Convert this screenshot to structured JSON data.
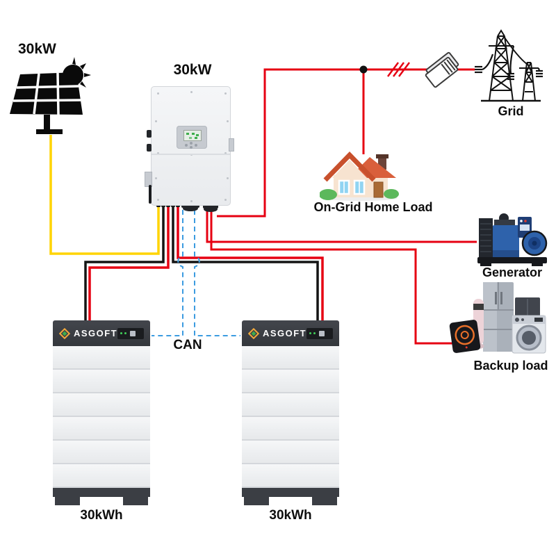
{
  "diagram": {
    "pv_power_label": "30kW",
    "inverter_power_label": "30kW",
    "grid_label": "Grid",
    "home_load_label": "On-Grid Home Load",
    "generator_label": "Generator",
    "backup_load_label": "Backup load",
    "can_bus_label": "CAN"
  },
  "batteries": [
    {
      "brand": "ASGOFT",
      "capacity_label": "30kWh"
    },
    {
      "brand": "ASGOFT",
      "capacity_label": "30kWh"
    }
  ],
  "icons": [
    "solar-panel-icon",
    "sun-icon",
    "inverter-unit",
    "grid-towers-icon",
    "breaker-icon",
    "three-phase-marks",
    "house-icon",
    "generator-icon",
    "backup-appliances-icon",
    "battery-stack",
    "asgoft-logo-icon"
  ],
  "colors": {
    "pv_wire": "#ffd400",
    "battery_negative_wire": "#111111",
    "battery_positive_wire": "#e60012",
    "ac_wire": "#e60012",
    "can_bus": "#3b9be0",
    "label_text": "#0d0d0d"
  }
}
